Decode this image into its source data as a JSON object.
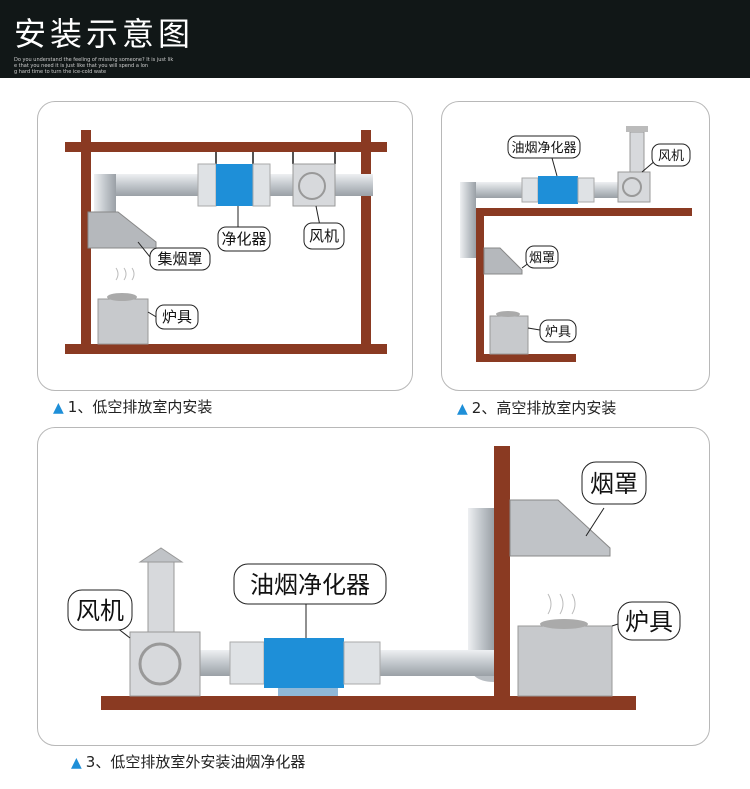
{
  "header": {
    "title": "安装示意图",
    "subtitle_lines": [
      "Do you understand the feeling of missing someone? It is just lik",
      "e that you need it is just like that you will spend a lon",
      "g hard time to turn the ice-cold wate"
    ]
  },
  "panel1": {
    "caption_num": "1、",
    "caption": "低空排放室内安装",
    "labels": {
      "purifier": "净化器",
      "fan": "风机",
      "hood": "集烟罩",
      "stove": "炉具"
    }
  },
  "panel2": {
    "caption_num": "2、",
    "caption": "高空排放室内安装",
    "labels": {
      "purifier": "油烟净化器",
      "fan": "风机",
      "hood": "烟罩",
      "stove": "炉具"
    }
  },
  "panel3": {
    "caption_num": "3、",
    "caption": "低空排放室外安装油烟净化器",
    "labels": {
      "purifier": "油烟净化器",
      "fan": "风机",
      "hood": "烟罩",
      "stove": "炉具"
    }
  },
  "colors": {
    "brick": "#8a3a22",
    "blue_unit": "#1e8fd8",
    "duct": "#c9cdd2",
    "header_bg": "#111717",
    "caption_triangle": "#1e8fd8"
  }
}
